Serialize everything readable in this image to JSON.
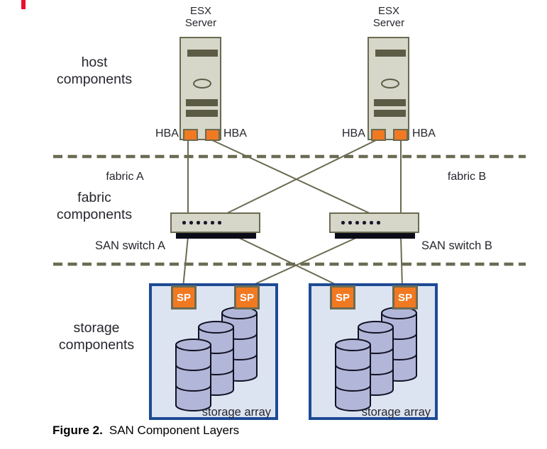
{
  "figure": {
    "caption_label": "Figure 2.",
    "caption_title": "SAN Component Layers"
  },
  "layer_labels": {
    "host": "host\ncomponents",
    "fabric": "fabric\ncomponents",
    "storage": "storage\ncomponents"
  },
  "hosts": {
    "server_left": {
      "title": "ESX\nServer",
      "hba_left": "HBA",
      "hba_right": "HBA"
    },
    "server_right": {
      "title": "ESX\nServer",
      "hba_left": "HBA",
      "hba_right": "HBA"
    }
  },
  "fabric": {
    "fabric_a": "fabric A",
    "fabric_b": "fabric B",
    "switch_a_label": "SAN switch A",
    "switch_b_label": "SAN switch B"
  },
  "storage": {
    "array_left": {
      "sp1": "SP",
      "sp2": "SP",
      "label": "storage array"
    },
    "array_right": {
      "sp1": "SP",
      "sp2": "SP",
      "label": "storage array"
    }
  },
  "colors": {
    "line_olive": "#6b6b52",
    "box_fill": "#d6d6c9",
    "slot_dark": "#5c5c46",
    "orange": "#f17921",
    "array_border": "#1d4a94",
    "array_fill": "#dce4f2",
    "cylinder_fill": "#b2b6d8",
    "switch_bar": "#0c0c18",
    "text_dark": "#26262e",
    "red_mark": "#e8112d"
  }
}
